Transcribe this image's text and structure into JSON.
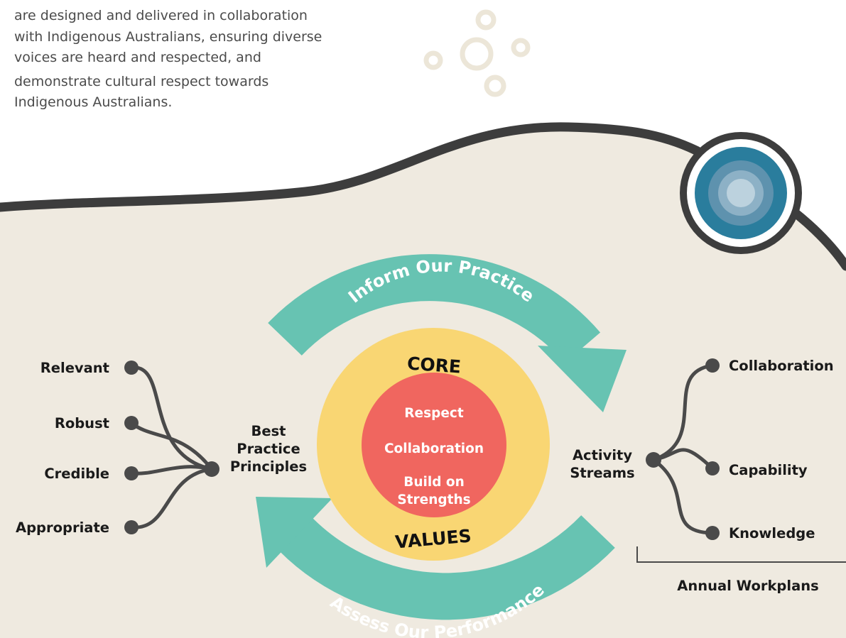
{
  "intro": {
    "lines": [
      "are designed and delivered in collaboration",
      "with Indigenous Australians, ensuring diverse",
      "voices are heard and respected, and",
      "demonstrate cultural respect towards",
      "Indigenous Australians."
    ]
  },
  "diagram": {
    "top_arrow_label": "Inform Our Practice",
    "bottom_arrow_label": "Assess Our Performance",
    "core": {
      "title_top": "CORE",
      "title_bottom": "VALUES",
      "values": [
        "Respect",
        "Collaboration",
        "Build on",
        "Strengths"
      ]
    },
    "left_hub": {
      "label_lines": [
        "Best",
        "Practice",
        "Principles"
      ],
      "items": [
        "Relevant",
        "Robust",
        "Credible",
        "Appropriate"
      ]
    },
    "right_hub": {
      "label_lines": [
        "Activity",
        "Streams"
      ],
      "items": [
        "Collaboration",
        "Capability",
        "Knowledge"
      ],
      "bracket_label": "Annual Workplans"
    }
  },
  "colors": {
    "background_beige": "#efeae0",
    "outline_dark": "#3d3d3d",
    "arrow_teal": "#67c3b2",
    "core_yellow": "#f9d673",
    "core_red": "#f0665f",
    "emblem_blue_outer": "#2a7d9d",
    "emblem_blue_mid": "#5e92ae",
    "emblem_blue_inner": "#8db1c6",
    "emblem_center": "#bcd2de",
    "decor_circles": "#ece6d8",
    "text_dark": "#1a1a1a",
    "text_body": "#4b4b4b"
  }
}
